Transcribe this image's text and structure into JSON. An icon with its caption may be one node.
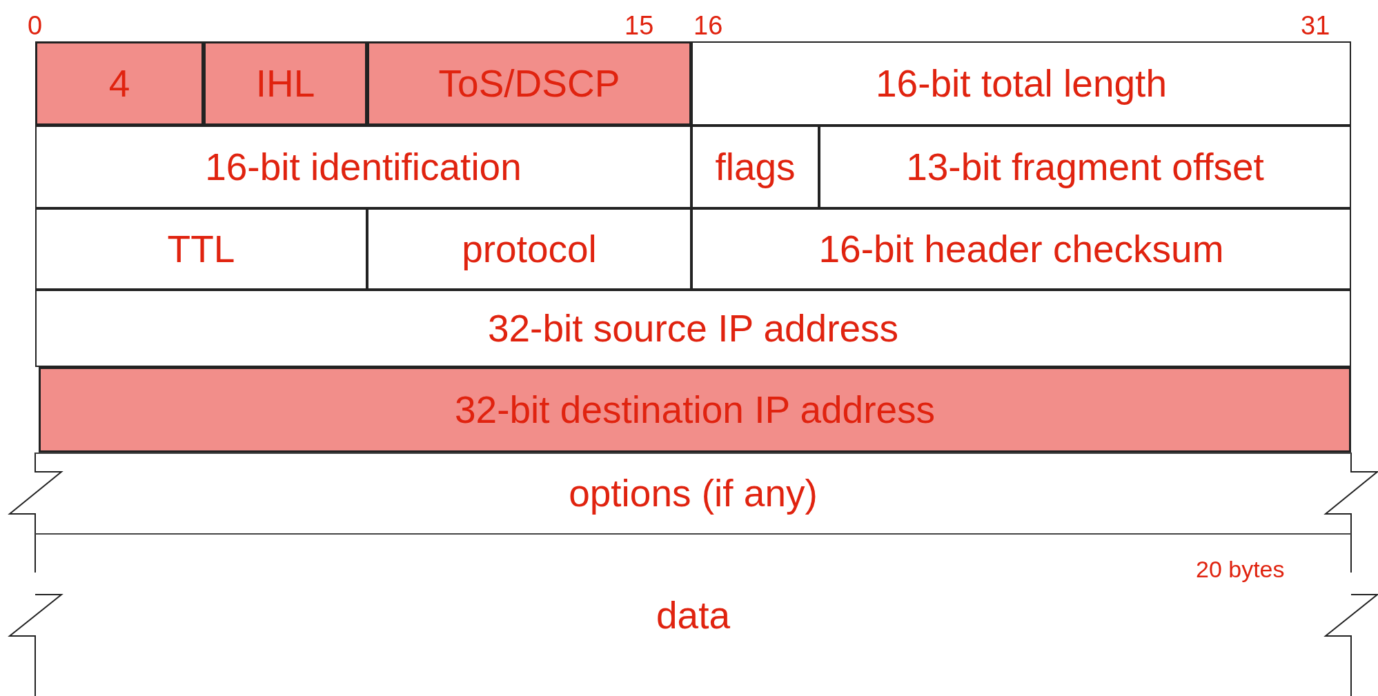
{
  "diagram": {
    "nodes": [
      {
        "text": [
          "4"
        ]
      },
      {
        "text": [
          "IHL"
        ]
      },
      {
        "text": [
          "ToS/DSCP"
        ]
      },
      {
        "text": [
          "16-bit total length"
        ]
      },
      {
        "text": [
          "16-bit identification"
        ]
      },
      {
        "text": [
          "flags"
        ]
      },
      {
        "text": [
          "13-bit fragment offset"
        ]
      },
      {
        "text": [
          "TTL"
        ]
      },
      {
        "text": [
          "protocol"
        ]
      },
      {
        "text": [
          "16-bit header checksum"
        ]
      },
      {
        "text": [
          "32-bit source IP address"
        ]
      },
      {
        "text": [
          "32-bit destination IP address"
        ]
      },
      {
        "text": [
          "options (if any)"
        ]
      },
      {
        "text": [
          "data"
        ]
      }
    ],
    "labels": [
      "0",
      "15",
      "16",
      "31",
      "20 bytes"
    ]
  }
}
